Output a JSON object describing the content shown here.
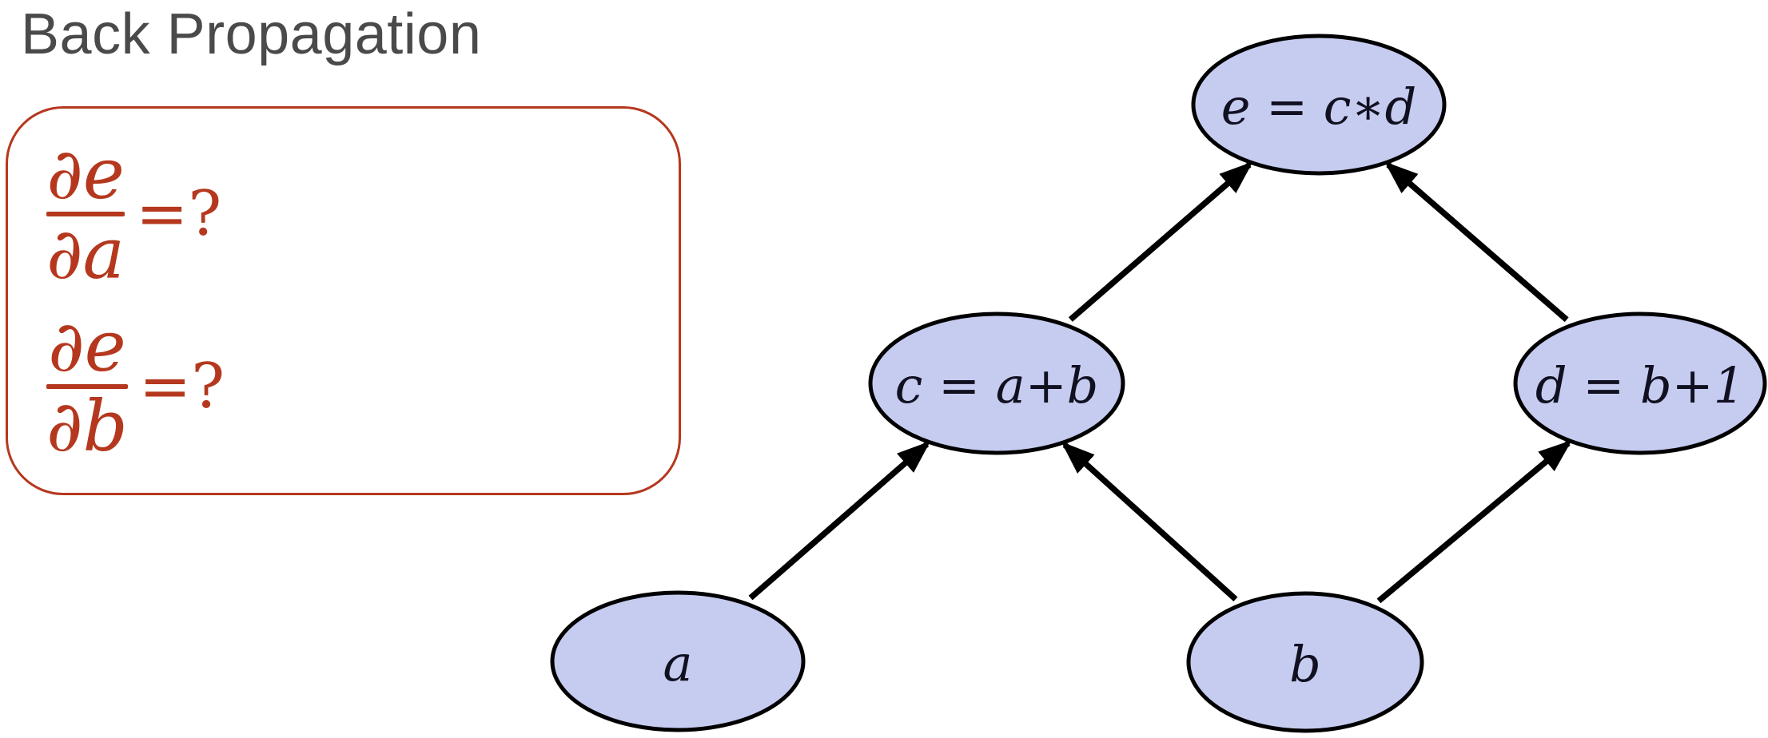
{
  "title": "Back Propagation",
  "questions": [
    {
      "numerator": "∂e",
      "denominator": "∂a",
      "rhs": "=?"
    },
    {
      "numerator": "∂e",
      "denominator": "∂b",
      "rhs": "=?"
    }
  ],
  "graph": {
    "nodes": [
      {
        "id": "a",
        "label": "a"
      },
      {
        "id": "b",
        "label": "b"
      },
      {
        "id": "c",
        "label": "c = a+b"
      },
      {
        "id": "d",
        "label": "d = b+1"
      },
      {
        "id": "e",
        "label": "e = c∗d"
      }
    ],
    "edges": [
      {
        "from": "a",
        "to": "c"
      },
      {
        "from": "b",
        "to": "c"
      },
      {
        "from": "b",
        "to": "d"
      },
      {
        "from": "c",
        "to": "e"
      },
      {
        "from": "d",
        "to": "e"
      }
    ]
  },
  "colors": {
    "accent_red": "#b5381e",
    "title_text": "#4a4a4a",
    "node_fill": "#c6cbf0",
    "node_stroke": "#000000",
    "node_text": "#101020",
    "arrow": "#000000"
  }
}
